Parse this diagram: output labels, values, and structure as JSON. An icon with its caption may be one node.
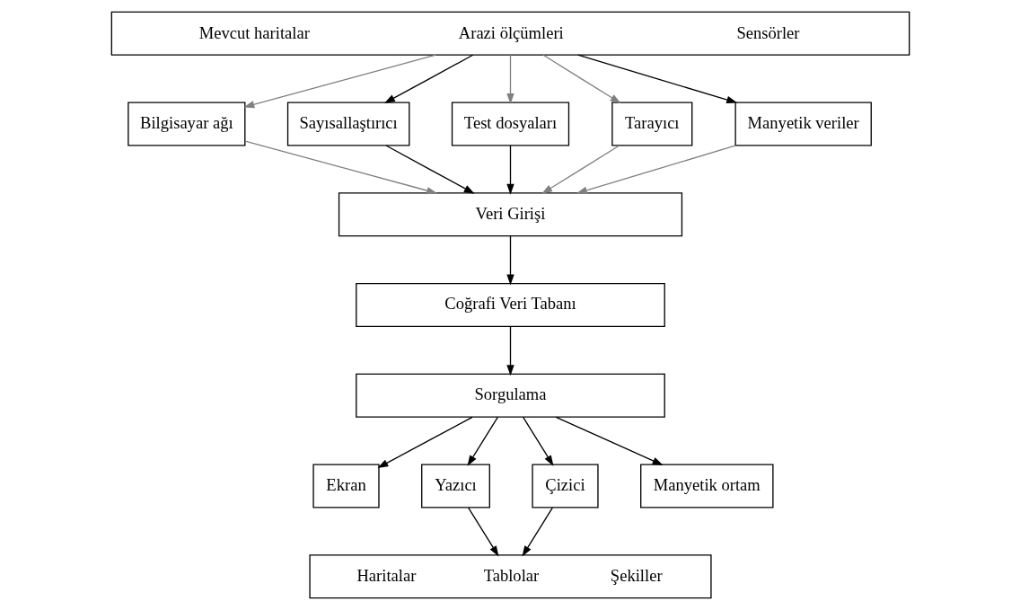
{
  "diagram": {
    "nodes": [
      {
        "text": [
          "Mevcut haritalar",
          "Arazi ölçümleri",
          "Sensörler"
        ]
      },
      {
        "text": [
          "Bilgisayar ağı"
        ]
      },
      {
        "text": [
          "Sayısallaştırıcı"
        ]
      },
      {
        "text": [
          "Test dosyaları"
        ]
      },
      {
        "text": [
          "Tarayıcı"
        ]
      },
      {
        "text": [
          "Manyetik veriler"
        ]
      },
      {
        "text": [
          "Veri Girişi"
        ]
      },
      {
        "text": [
          "Coğrafi Veri Tabanı"
        ]
      },
      {
        "text": [
          "Sorgulama"
        ]
      },
      {
        "text": [
          "Ekran"
        ]
      },
      {
        "text": [
          "Yazıcı"
        ]
      },
      {
        "text": [
          "Çizici"
        ]
      },
      {
        "text": [
          "Manyetik ortam"
        ]
      },
      {
        "text": [
          "Haritalar",
          "Tablolar",
          "Şekiller"
        ]
      }
    ],
    "edges": [
      {
        "from": 0,
        "to": 1,
        "arrow": "to",
        "color": "#808080"
      },
      {
        "from": 0,
        "to": 2,
        "arrow": "to"
      },
      {
        "from": 0,
        "to": 3,
        "arrow": "to",
        "color": "#808080"
      },
      {
        "from": 0,
        "to": 4,
        "arrow": "to",
        "color": "#808080"
      },
      {
        "from": 0,
        "to": 5,
        "arrow": "to"
      },
      {
        "from": 1,
        "to": 6,
        "arrow": "to",
        "color": "#808080"
      },
      {
        "from": 2,
        "to": 6,
        "arrow": "to"
      },
      {
        "from": 3,
        "to": 6,
        "arrow": "to"
      },
      {
        "from": 4,
        "to": 6,
        "arrow": "to",
        "color": "#808080"
      },
      {
        "from": 5,
        "to": 6,
        "arrow": "to",
        "color": "#808080"
      },
      {
        "from": 6,
        "to": 7,
        "arrow": "to"
      },
      {
        "from": 7,
        "to": 8,
        "arrow": "to"
      },
      {
        "from": 8,
        "to": 9,
        "arrow": "to"
      },
      {
        "from": 8,
        "to": 10,
        "arrow": "to"
      },
      {
        "from": 8,
        "to": 11,
        "arrow": "to"
      },
      {
        "from": 8,
        "to": 12,
        "arrow": "to"
      },
      {
        "from": 10,
        "to": 13,
        "arrow": "to"
      },
      {
        "from": 11,
        "to": 13,
        "arrow": "to"
      }
    ]
  }
}
